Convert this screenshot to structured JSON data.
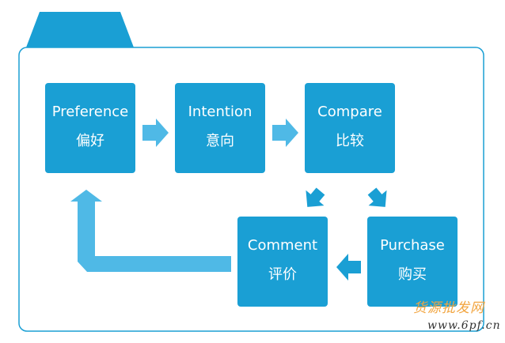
{
  "steps": {
    "preference": {
      "en": "Preference",
      "zh": "偏好"
    },
    "intention": {
      "en": "Intention",
      "zh": "意向"
    },
    "compare": {
      "en": "Compare",
      "zh": "比较"
    },
    "purchase": {
      "en": "Purchase",
      "zh": "购买"
    },
    "comment": {
      "en": "Comment",
      "zh": "评价"
    }
  },
  "watermark": {
    "site_name": "货源批发网",
    "url": "www.6pf.cn"
  },
  "colors": {
    "box": "#1a9fd4",
    "arrow": "#4fb9e6",
    "folder_tab": "#1a9fd4",
    "folder_border": "#1a9fd4",
    "watermark_orange": "#f2a540"
  }
}
